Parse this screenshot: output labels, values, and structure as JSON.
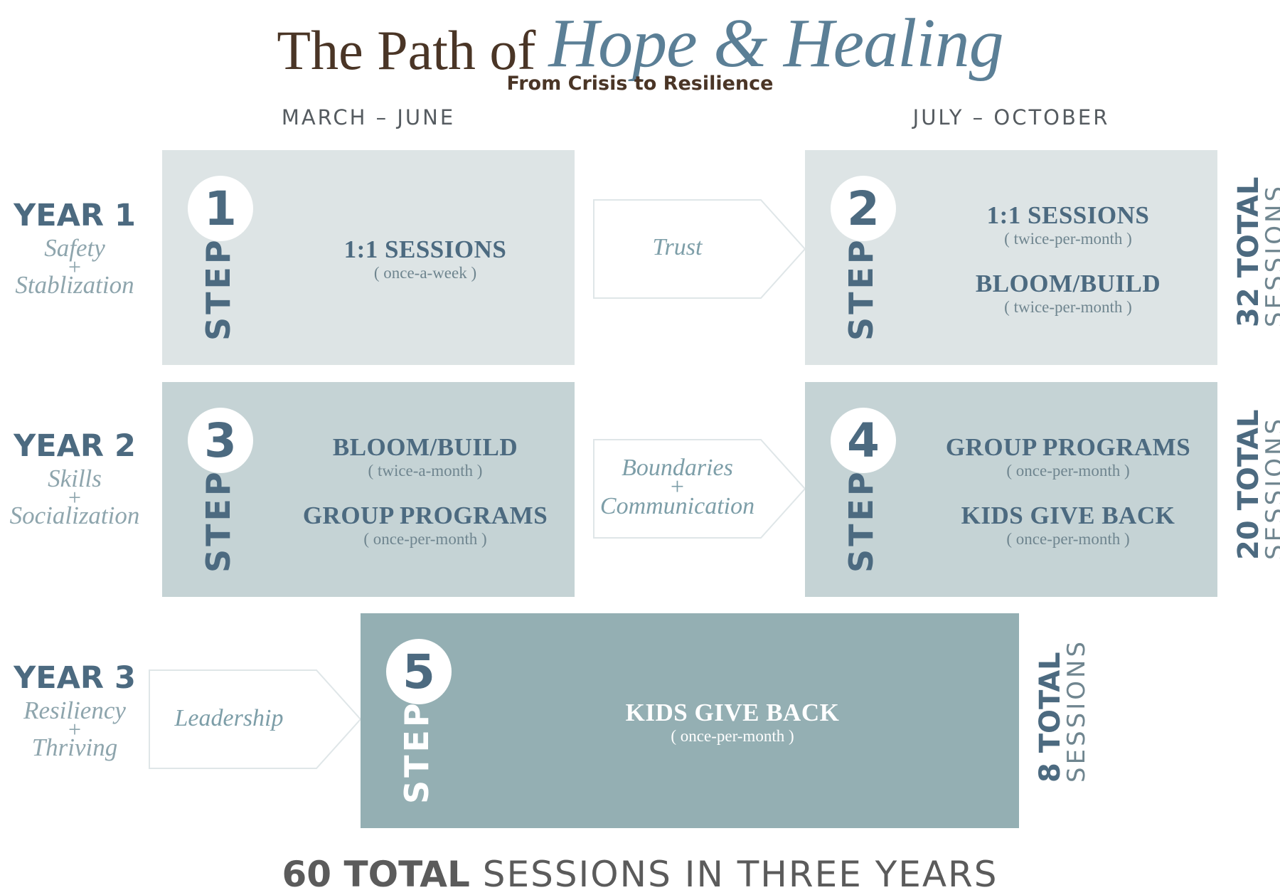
{
  "header": {
    "title_plain": "The Path of",
    "title_accent": "Hope & Healing",
    "subtitle": "From Crisis to Resilience"
  },
  "periods": {
    "left": "MARCH – JUNE",
    "right": "JULY – OCTOBER"
  },
  "years": [
    {
      "label": "YEAR 1",
      "theme_top": "Safety",
      "plus": "+",
      "theme_bottom": "Stablization"
    },
    {
      "label": "YEAR 2",
      "theme_top": "Skills",
      "plus": "+",
      "theme_bottom": "Socialization"
    },
    {
      "label": "YEAR 3",
      "theme_top": "Resiliency",
      "plus": "+",
      "theme_bottom": "Thriving"
    }
  ],
  "step_word": "STEP",
  "steps": [
    {
      "number": "1",
      "sessions": [
        {
          "title": "1:1 SESSIONS",
          "freq": "( once-a-week )"
        }
      ]
    },
    {
      "number": "2",
      "sessions": [
        {
          "title": "1:1 SESSIONS",
          "freq": "( twice-per-month )"
        },
        {
          "title": "BLOOM/BUILD",
          "freq": "( twice-per-month )"
        }
      ]
    },
    {
      "number": "3",
      "sessions": [
        {
          "title": "BLOOM/BUILD",
          "freq": "( twice-a-month )"
        },
        {
          "title": "GROUP PROGRAMS",
          "freq": "( once-per-month )"
        }
      ]
    },
    {
      "number": "4",
      "sessions": [
        {
          "title": "GROUP PROGRAMS",
          "freq": "( once-per-month )"
        },
        {
          "title": "KIDS GIVE BACK",
          "freq": "( once-per-month )"
        }
      ]
    },
    {
      "number": "5",
      "sessions": [
        {
          "title": "KIDS GIVE BACK",
          "freq": "( once-per-month )"
        }
      ]
    }
  ],
  "connectors": {
    "trust": "Trust",
    "boundaries_top": "Boundaries",
    "boundaries_plus": "+",
    "boundaries_bottom": "Communication",
    "leadership": "Leadership"
  },
  "totals": [
    {
      "strong": "32 TOTAL",
      "light": "SESSIONS"
    },
    {
      "strong": "20 TOTAL",
      "light": "SESSIONS"
    },
    {
      "strong": "8 TOTAL",
      "light": "SESSIONS"
    }
  ],
  "grand_total": {
    "strong": "60 TOTAL",
    "light": " SESSIONS IN THREE YEARS"
  },
  "colors": {
    "brown": "#4a3526",
    "slate_blue": "#4c6a80",
    "accent_blue": "#5b7f96",
    "box_light": "#dde4e5",
    "box_mid": "#c5d3d5",
    "box_dark": "#94afb3"
  }
}
